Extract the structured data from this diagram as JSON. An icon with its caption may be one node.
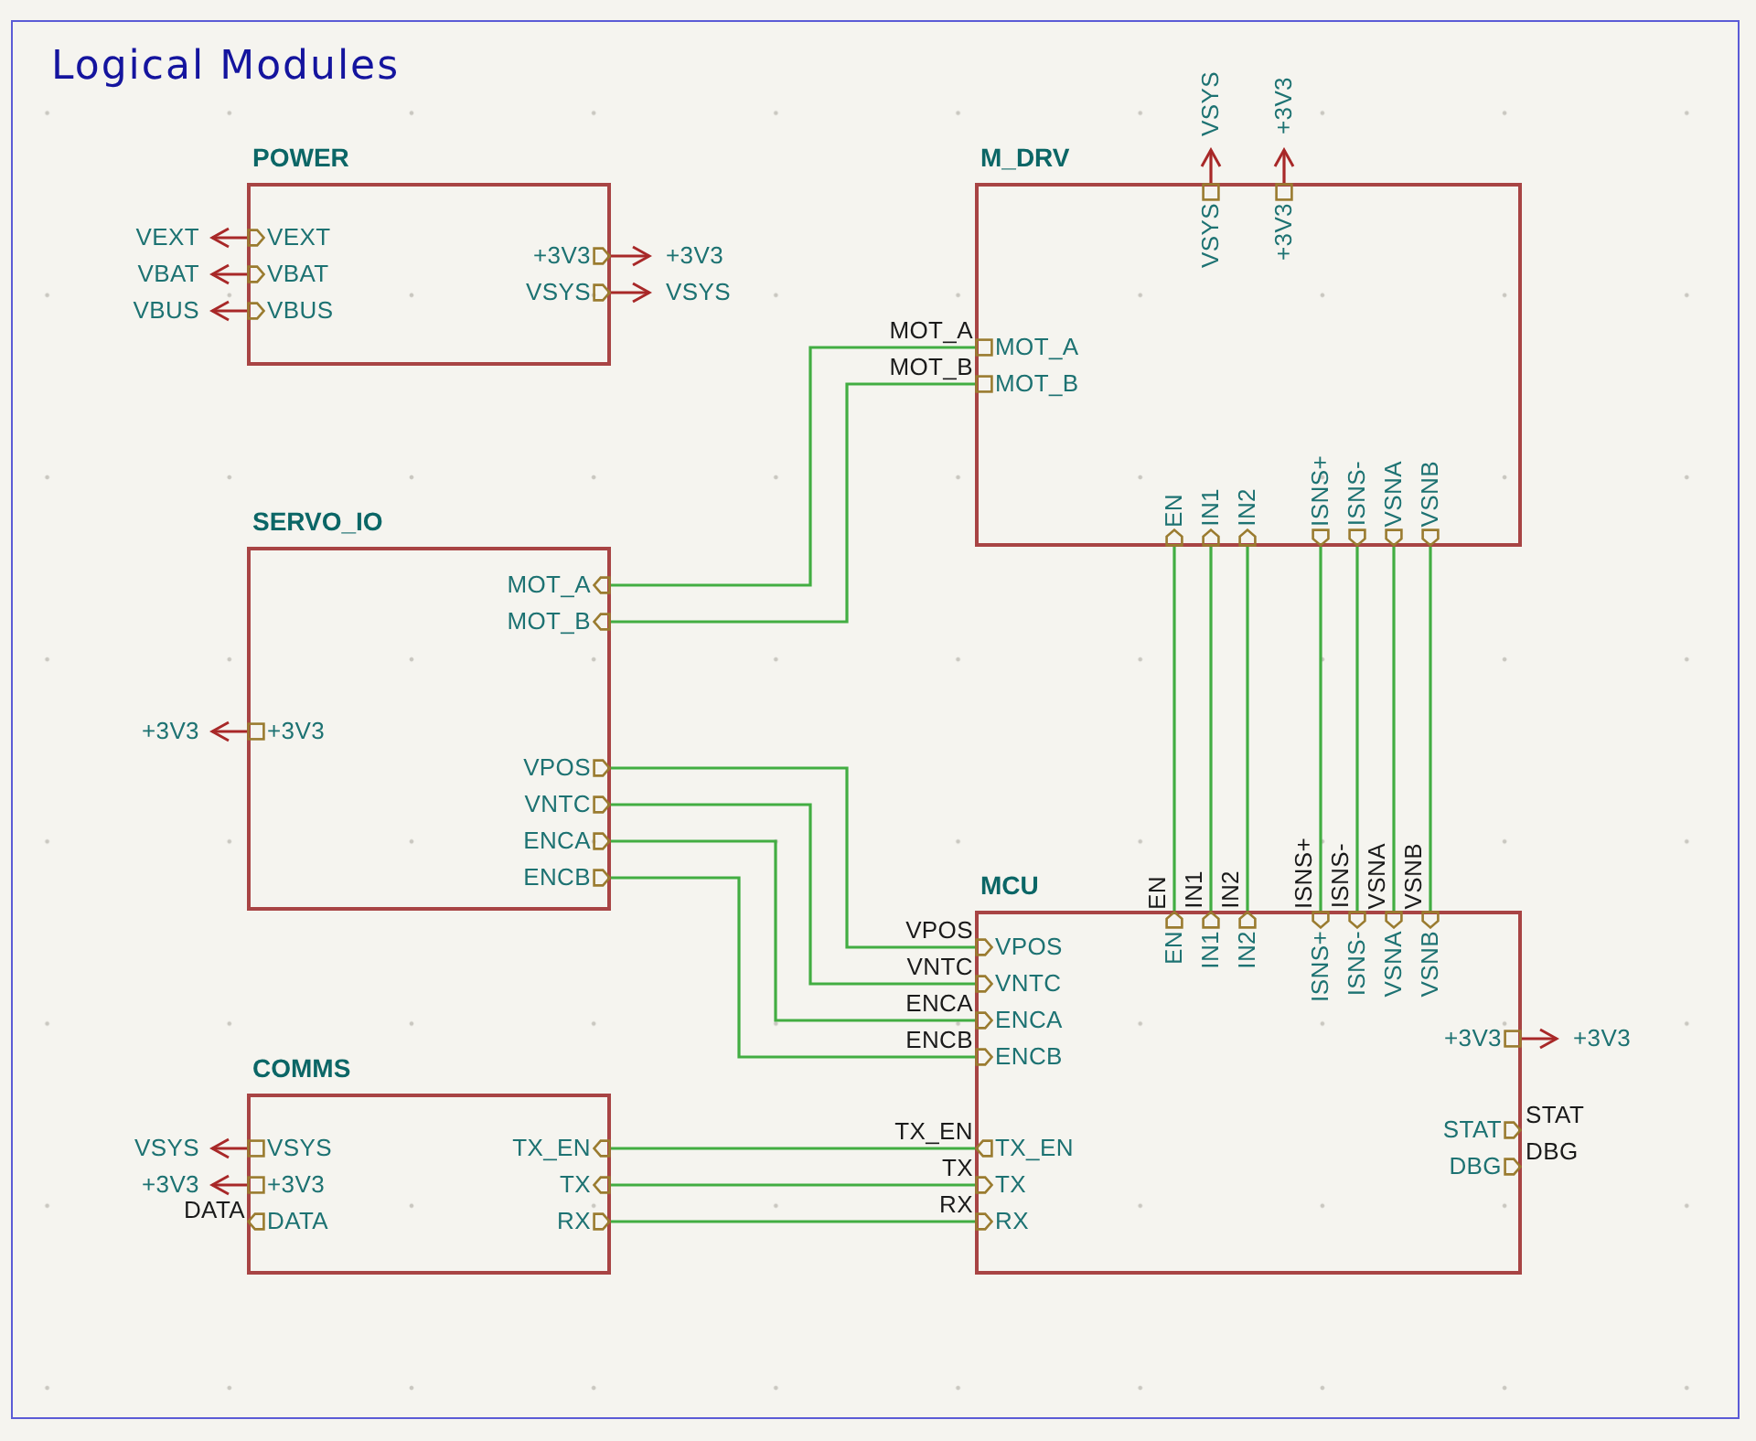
{
  "diagram": {
    "title": "Logical Modules",
    "nodes": [
      {
        "text": [
          "POWER"
        ]
      },
      {
        "text": [
          "VEXT"
        ],
        "in": 0
      },
      {
        "text": [
          "VBAT"
        ],
        "in": 0
      },
      {
        "text": [
          "VBUS"
        ],
        "in": 0
      },
      {
        "text": [
          "+3V3"
        ],
        "in": 0
      },
      {
        "text": [
          "VSYS"
        ],
        "in": 0
      },
      {
        "text": [
          "VEXT"
        ]
      },
      {
        "text": [
          "VBAT"
        ]
      },
      {
        "text": [
          "VBUS"
        ]
      },
      {
        "text": [
          "+3V3"
        ]
      },
      {
        "text": [
          "VSYS"
        ]
      },
      {
        "text": [
          "M_DRV"
        ]
      },
      {
        "text": [
          "VSYS"
        ],
        "in": 11
      },
      {
        "text": [
          "+3V3"
        ],
        "in": 11
      },
      {
        "text": [
          "MOT_A"
        ],
        "in": 11
      },
      {
        "text": [
          "MOT_B"
        ],
        "in": 11
      },
      {
        "text": [
          "EN"
        ],
        "in": 11
      },
      {
        "text": [
          "IN1"
        ],
        "in": 11
      },
      {
        "text": [
          "IN2"
        ],
        "in": 11
      },
      {
        "text": [
          "ISNS+"
        ],
        "in": 11
      },
      {
        "text": [
          "ISNS-"
        ],
        "in": 11
      },
      {
        "text": [
          "VSNA"
        ],
        "in": 11
      },
      {
        "text": [
          "VSNB"
        ],
        "in": 11
      },
      {
        "text": [
          "VSYS"
        ]
      },
      {
        "text": [
          "+3V3"
        ]
      },
      {
        "text": [
          "SERVO_IO"
        ]
      },
      {
        "text": [
          "MOT_A"
        ],
        "in": 25
      },
      {
        "text": [
          "MOT_B"
        ],
        "in": 25
      },
      {
        "text": [
          "+3V3"
        ],
        "in": 25
      },
      {
        "text": [
          "VPOS"
        ],
        "in": 25
      },
      {
        "text": [
          "VNTC"
        ],
        "in": 25
      },
      {
        "text": [
          "ENCA"
        ],
        "in": 25
      },
      {
        "text": [
          "ENCB"
        ],
        "in": 25
      },
      {
        "text": [
          "+3V3"
        ]
      },
      {
        "text": [
          "MCU"
        ]
      },
      {
        "text": [
          "EN"
        ],
        "in": 34
      },
      {
        "text": [
          "IN1"
        ],
        "in": 34
      },
      {
        "text": [
          "IN2"
        ],
        "in": 34
      },
      {
        "text": [
          "ISNS+"
        ],
        "in": 34
      },
      {
        "text": [
          "ISNS-"
        ],
        "in": 34
      },
      {
        "text": [
          "VSNA"
        ],
        "in": 34
      },
      {
        "text": [
          "VSNB"
        ],
        "in": 34
      },
      {
        "text": [
          "VPOS"
        ],
        "in": 34
      },
      {
        "text": [
          "VNTC"
        ],
        "in": 34
      },
      {
        "text": [
          "ENCA"
        ],
        "in": 34
      },
      {
        "text": [
          "ENCB"
        ],
        "in": 34
      },
      {
        "text": [
          "+3V3"
        ],
        "in": 34
      },
      {
        "text": [
          "STAT"
        ],
        "in": 34
      },
      {
        "text": [
          "DBG"
        ],
        "in": 34
      },
      {
        "text": [
          "TX_EN"
        ],
        "in": 34
      },
      {
        "text": [
          "TX"
        ],
        "in": 34
      },
      {
        "text": [
          "RX"
        ],
        "in": 34
      },
      {
        "text": [
          "+3V3"
        ]
      },
      {
        "text": [
          "COMMS"
        ]
      },
      {
        "text": [
          "VSYS"
        ],
        "in": 53
      },
      {
        "text": [
          "+3V3"
        ],
        "in": 53
      },
      {
        "text": [
          "DATA"
        ],
        "in": 53
      },
      {
        "text": [
          "TX_EN"
        ],
        "in": 53
      },
      {
        "text": [
          "TX"
        ],
        "in": 53
      },
      {
        "text": [
          "RX"
        ],
        "in": 53
      },
      {
        "text": [
          "VSYS"
        ]
      },
      {
        "text": [
          "+3V3"
        ]
      }
    ],
    "edges": [
      {
        "from": 1,
        "to": 6,
        "arrow": "to",
        "color": "#a82828"
      },
      {
        "from": 2,
        "to": 7,
        "arrow": "to",
        "color": "#a82828"
      },
      {
        "from": 3,
        "to": 8,
        "arrow": "to",
        "color": "#a82828"
      },
      {
        "from": 4,
        "to": 9,
        "arrow": "to",
        "color": "#a82828"
      },
      {
        "from": 5,
        "to": 10,
        "arrow": "to",
        "color": "#a82828"
      },
      {
        "from": 12,
        "to": 23,
        "arrow": "to",
        "color": "#a82828"
      },
      {
        "from": 13,
        "to": 24,
        "arrow": "to",
        "color": "#a82828"
      },
      {
        "from": 28,
        "to": 33,
        "arrow": "to",
        "color": "#a82828"
      },
      {
        "from": 46,
        "to": 52,
        "arrow": "to",
        "color": "#a82828"
      },
      {
        "from": 54,
        "to": 60,
        "arrow": "to",
        "color": "#a82828"
      },
      {
        "from": 55,
        "to": 61,
        "arrow": "to",
        "color": "#a82828"
      },
      {
        "from": 26,
        "to": 14,
        "arrow": "none",
        "label": "MOT_A"
      },
      {
        "from": 27,
        "to": 15,
        "arrow": "none",
        "label": "MOT_B"
      },
      {
        "from": 16,
        "to": 35,
        "arrow": "none",
        "label": "EN"
      },
      {
        "from": 17,
        "to": 36,
        "arrow": "none",
        "label": "IN1"
      },
      {
        "from": 18,
        "to": 37,
        "arrow": "none",
        "label": "IN2"
      },
      {
        "from": 19,
        "to": 38,
        "arrow": "none",
        "label": "ISNS+"
      },
      {
        "from": 20,
        "to": 39,
        "arrow": "none",
        "label": "ISNS-"
      },
      {
        "from": 21,
        "to": 40,
        "arrow": "none",
        "label": "VSNA"
      },
      {
        "from": 22,
        "to": 41,
        "arrow": "none",
        "label": "VSNB"
      },
      {
        "from": 29,
        "to": 42,
        "arrow": "none",
        "label": "VPOS"
      },
      {
        "from": 30,
        "to": 43,
        "arrow": "none",
        "label": "VNTC"
      },
      {
        "from": 31,
        "to": 44,
        "arrow": "none",
        "label": "ENCA"
      },
      {
        "from": 32,
        "to": 45,
        "arrow": "none",
        "label": "ENCB"
      },
      {
        "from": 57,
        "to": 49,
        "arrow": "none",
        "label": "TX_EN"
      },
      {
        "from": 58,
        "to": 50,
        "arrow": "none",
        "label": "TX"
      },
      {
        "from": 59,
        "to": 51,
        "arrow": "none",
        "label": "RX"
      }
    ],
    "labels": [
      "STAT",
      "DBG",
      "DATA"
    ]
  }
}
